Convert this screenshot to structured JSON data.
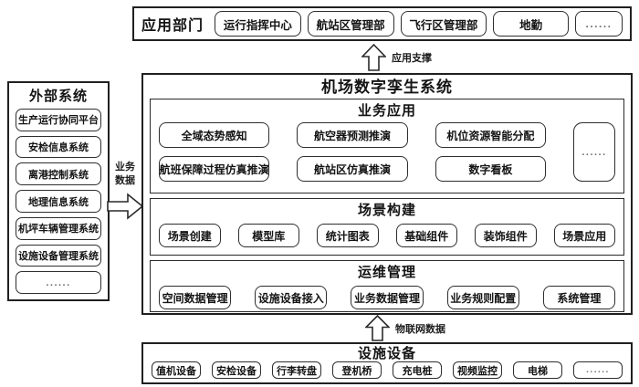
{
  "colors": {
    "line": "#2a2a2a",
    "background": "#ffffff",
    "dots_text": "#6f6f6f"
  },
  "top": {
    "title": "应用部门",
    "items": [
      "运行指挥中心",
      "航站区管理部",
      "飞行区管理部",
      "地勤",
      "......"
    ]
  },
  "arrows": {
    "app_support": "应用支撑",
    "business_data": "业务数据",
    "iot_data": "物联网数据"
  },
  "external": {
    "title": "外部系统",
    "items": [
      "生产运行协同平台",
      "安检信息系统",
      "离港控制系统",
      "地理信息系统",
      "机坪车辆管理系统",
      "设施设备管理系统",
      "......"
    ]
  },
  "main": {
    "title": "机场数字孪生系统",
    "sections": [
      {
        "title": "业务应用",
        "rows": [
          [
            "全域态势感知",
            "航空器预测推演",
            "机位资源智能分配"
          ],
          [
            "航班保障过程仿真推演",
            "航站区仿真推演",
            "数字看板"
          ]
        ],
        "more": "......"
      },
      {
        "title": "场景构建",
        "items": [
          "场景创建",
          "模型库",
          "统计图表",
          "基础组件",
          "装饰组件",
          "场景应用"
        ]
      },
      {
        "title": "运维管理",
        "items": [
          "空间数据管理",
          "设施设备接入",
          "业务数据管理",
          "业务规则配置",
          "系统管理"
        ]
      }
    ]
  },
  "devices": {
    "title": "设施设备",
    "items": [
      "值机设备",
      "安检设备",
      "行李转盘",
      "登机桥",
      "充电桩",
      "视频监控",
      "电梯",
      "......"
    ]
  }
}
